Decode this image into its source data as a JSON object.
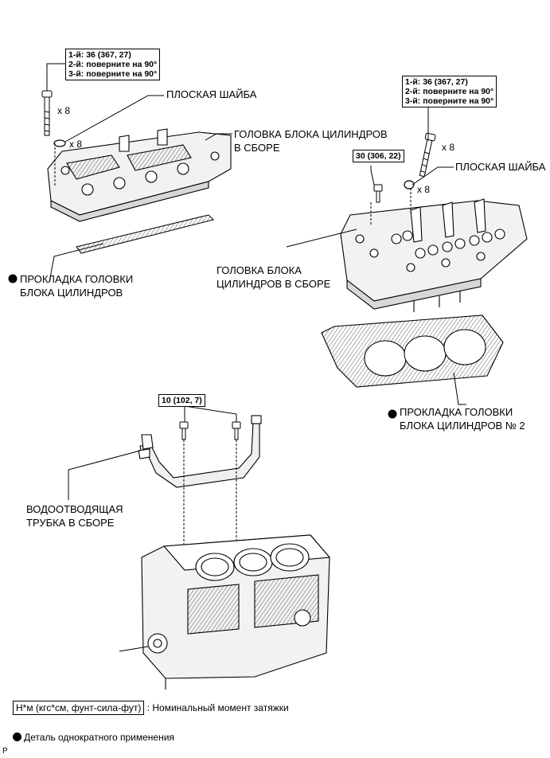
{
  "left_head": {
    "torque_lines": [
      "1-й: 36 (367, 27)",
      "2-й: поверните на 90°",
      "3-й: поверните на 90°"
    ],
    "bolt_qty": "x 8",
    "washer_qty": "x 8",
    "washer_label": "ПЛОСКАЯ ШАЙБА",
    "head_label": [
      "ГОЛОВКА БЛОКА ЦИЛИНДРОВ",
      "В СБОРЕ"
    ],
    "gasket_label": [
      "ПРОКЛАДКА ГОЛОВКИ",
      "БЛОКА ЦИЛИНДРОВ"
    ]
  },
  "right_head": {
    "torque_lines": [
      "1-й: 36 (367, 27)",
      "2-й: поверните на 90°",
      "3-й: поверните на 90°"
    ],
    "small_bolt_torque": "30 (306, 22)",
    "bolt_qty": "x 8",
    "washer_qty": "x 8",
    "washer_label": "ПЛОСКАЯ ШАЙБА",
    "head_label": [
      "ГОЛОВКА БЛОКА",
      "ЦИЛИНДРОВ В СБОРЕ"
    ],
    "gasket_label": [
      "ПРОКЛАДКА ГОЛОВКИ",
      "БЛОКА ЦИЛИНДРОВ № 2"
    ]
  },
  "water_pipe": {
    "torque": "10 (102, 7)",
    "label": [
      "ВОДООТВОДЯЩАЯ",
      "ТРУБКА В СБОРЕ"
    ]
  },
  "legend": {
    "torque_box": "Н*м (кгс*см, фунт-сила-фут)",
    "torque_desc": ": Номинальный момент затяжки",
    "single_use": "Деталь однократного применения"
  },
  "figure_code": "P"
}
